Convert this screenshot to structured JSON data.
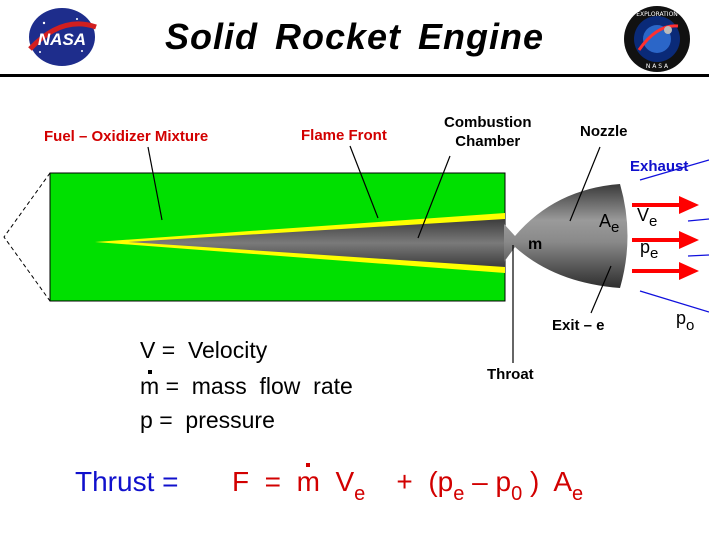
{
  "header": {
    "title": "Solid Rocket Engine",
    "left_logo": "NASA",
    "right_logo_text": [
      "EXPLORATION",
      "N A S A"
    ]
  },
  "labels": {
    "fuel": "Fuel – Oxidizer Mixture",
    "flame": "Flame Front",
    "combustion_line1": "Combustion",
    "combustion_line2": "Chamber",
    "nozzle": "Nozzle",
    "exhaust": "Exhaust",
    "mdot": "m",
    "ae_main": "A",
    "ae_sub": "e",
    "ve_main": "V",
    "ve_sub": "e",
    "pe_main": "p",
    "pe_sub": "e",
    "exit": "Exit – e",
    "p0_main": "p",
    "p0_sub": "o",
    "throat": "Throat"
  },
  "legend": [
    {
      "symbol": "V",
      "text": "=  Velocity"
    },
    {
      "symbol": "m",
      "text": "=  mass  flow  rate"
    },
    {
      "symbol": "p",
      "text": "=  pressure"
    }
  ],
  "equation": {
    "lhs": "Thrust =",
    "f": "F",
    "eq": "=",
    "m": "m",
    "v": "V",
    "v_sub": "e",
    "plus": "+",
    "open": "(p",
    "pe_sub": "e",
    "minus": "– p",
    "p0_sub": "0",
    "close": ")",
    "a": "A",
    "a_sub": "e"
  },
  "colors": {
    "fuel": "#00e000",
    "flame": "#ffff00",
    "exhaust_arrow": "#ff0000",
    "exhaust_label": "#1010cc",
    "thrust_label": "#1010cc",
    "formula": "#d20000"
  }
}
